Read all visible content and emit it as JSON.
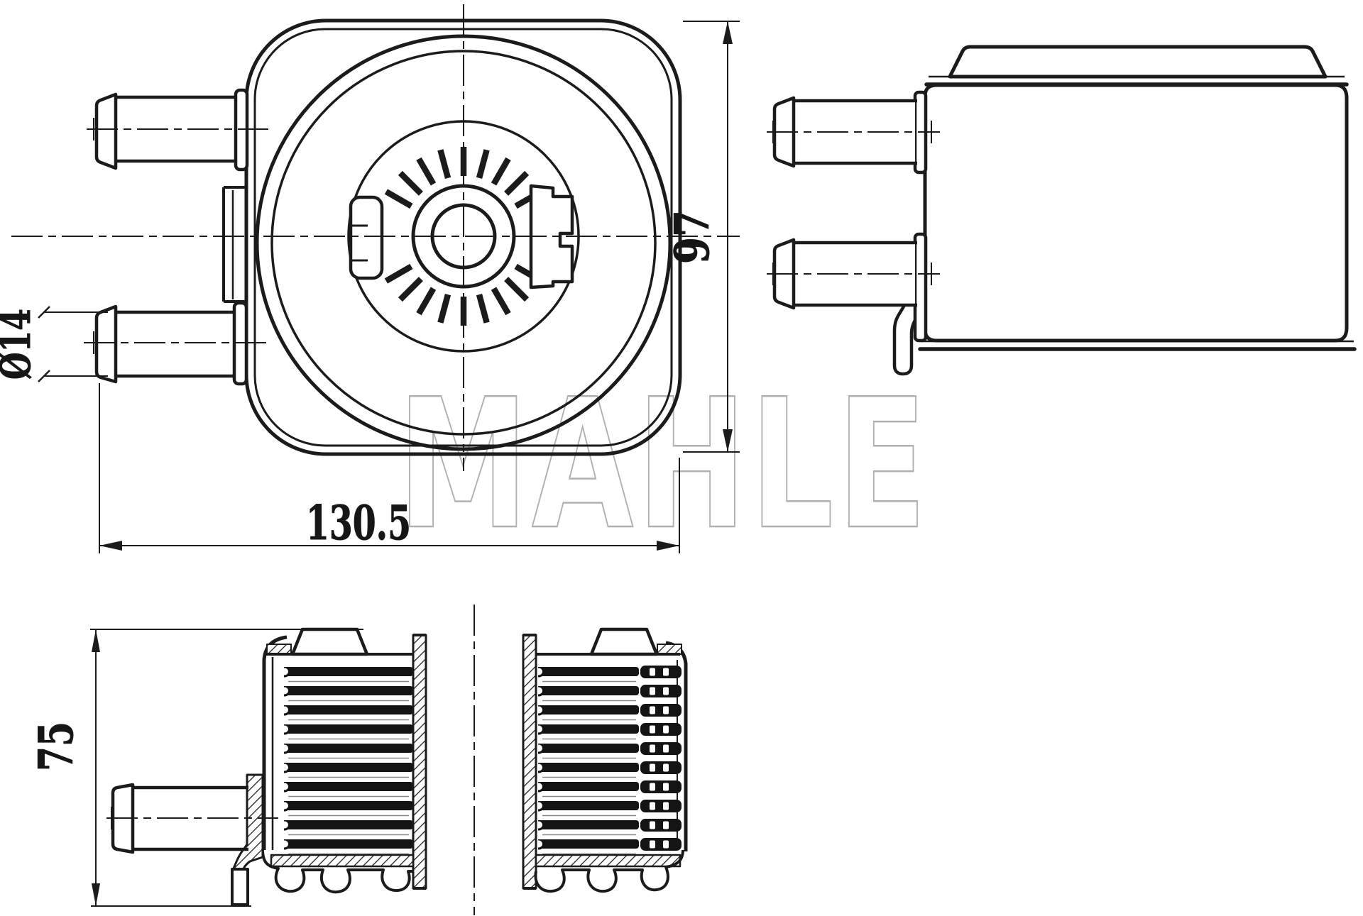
{
  "dimensions": {
    "overall_width": "130.5",
    "overall_height": "97",
    "overall_depth": "75",
    "port_diameter": "Ø14"
  },
  "watermark": {
    "text": "MAHLE",
    "color": "#b0b0b0"
  },
  "colors": {
    "background": "#ffffff",
    "line": "#1b1b1b"
  }
}
